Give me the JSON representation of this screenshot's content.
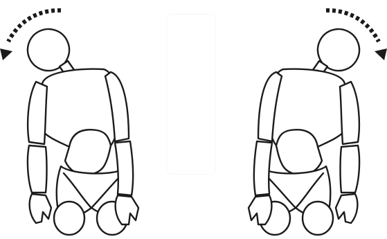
{
  "image": {
    "subject": "neck-side-stretch-illustration",
    "figures": [
      {
        "id": "left",
        "tilt_direction": "left",
        "arrow_direction": "left"
      },
      {
        "id": "right",
        "tilt_direction": "right",
        "arrow_direction": "right"
      }
    ],
    "colors": {
      "background": "#ffffff",
      "line": "#1b1b1b"
    }
  }
}
